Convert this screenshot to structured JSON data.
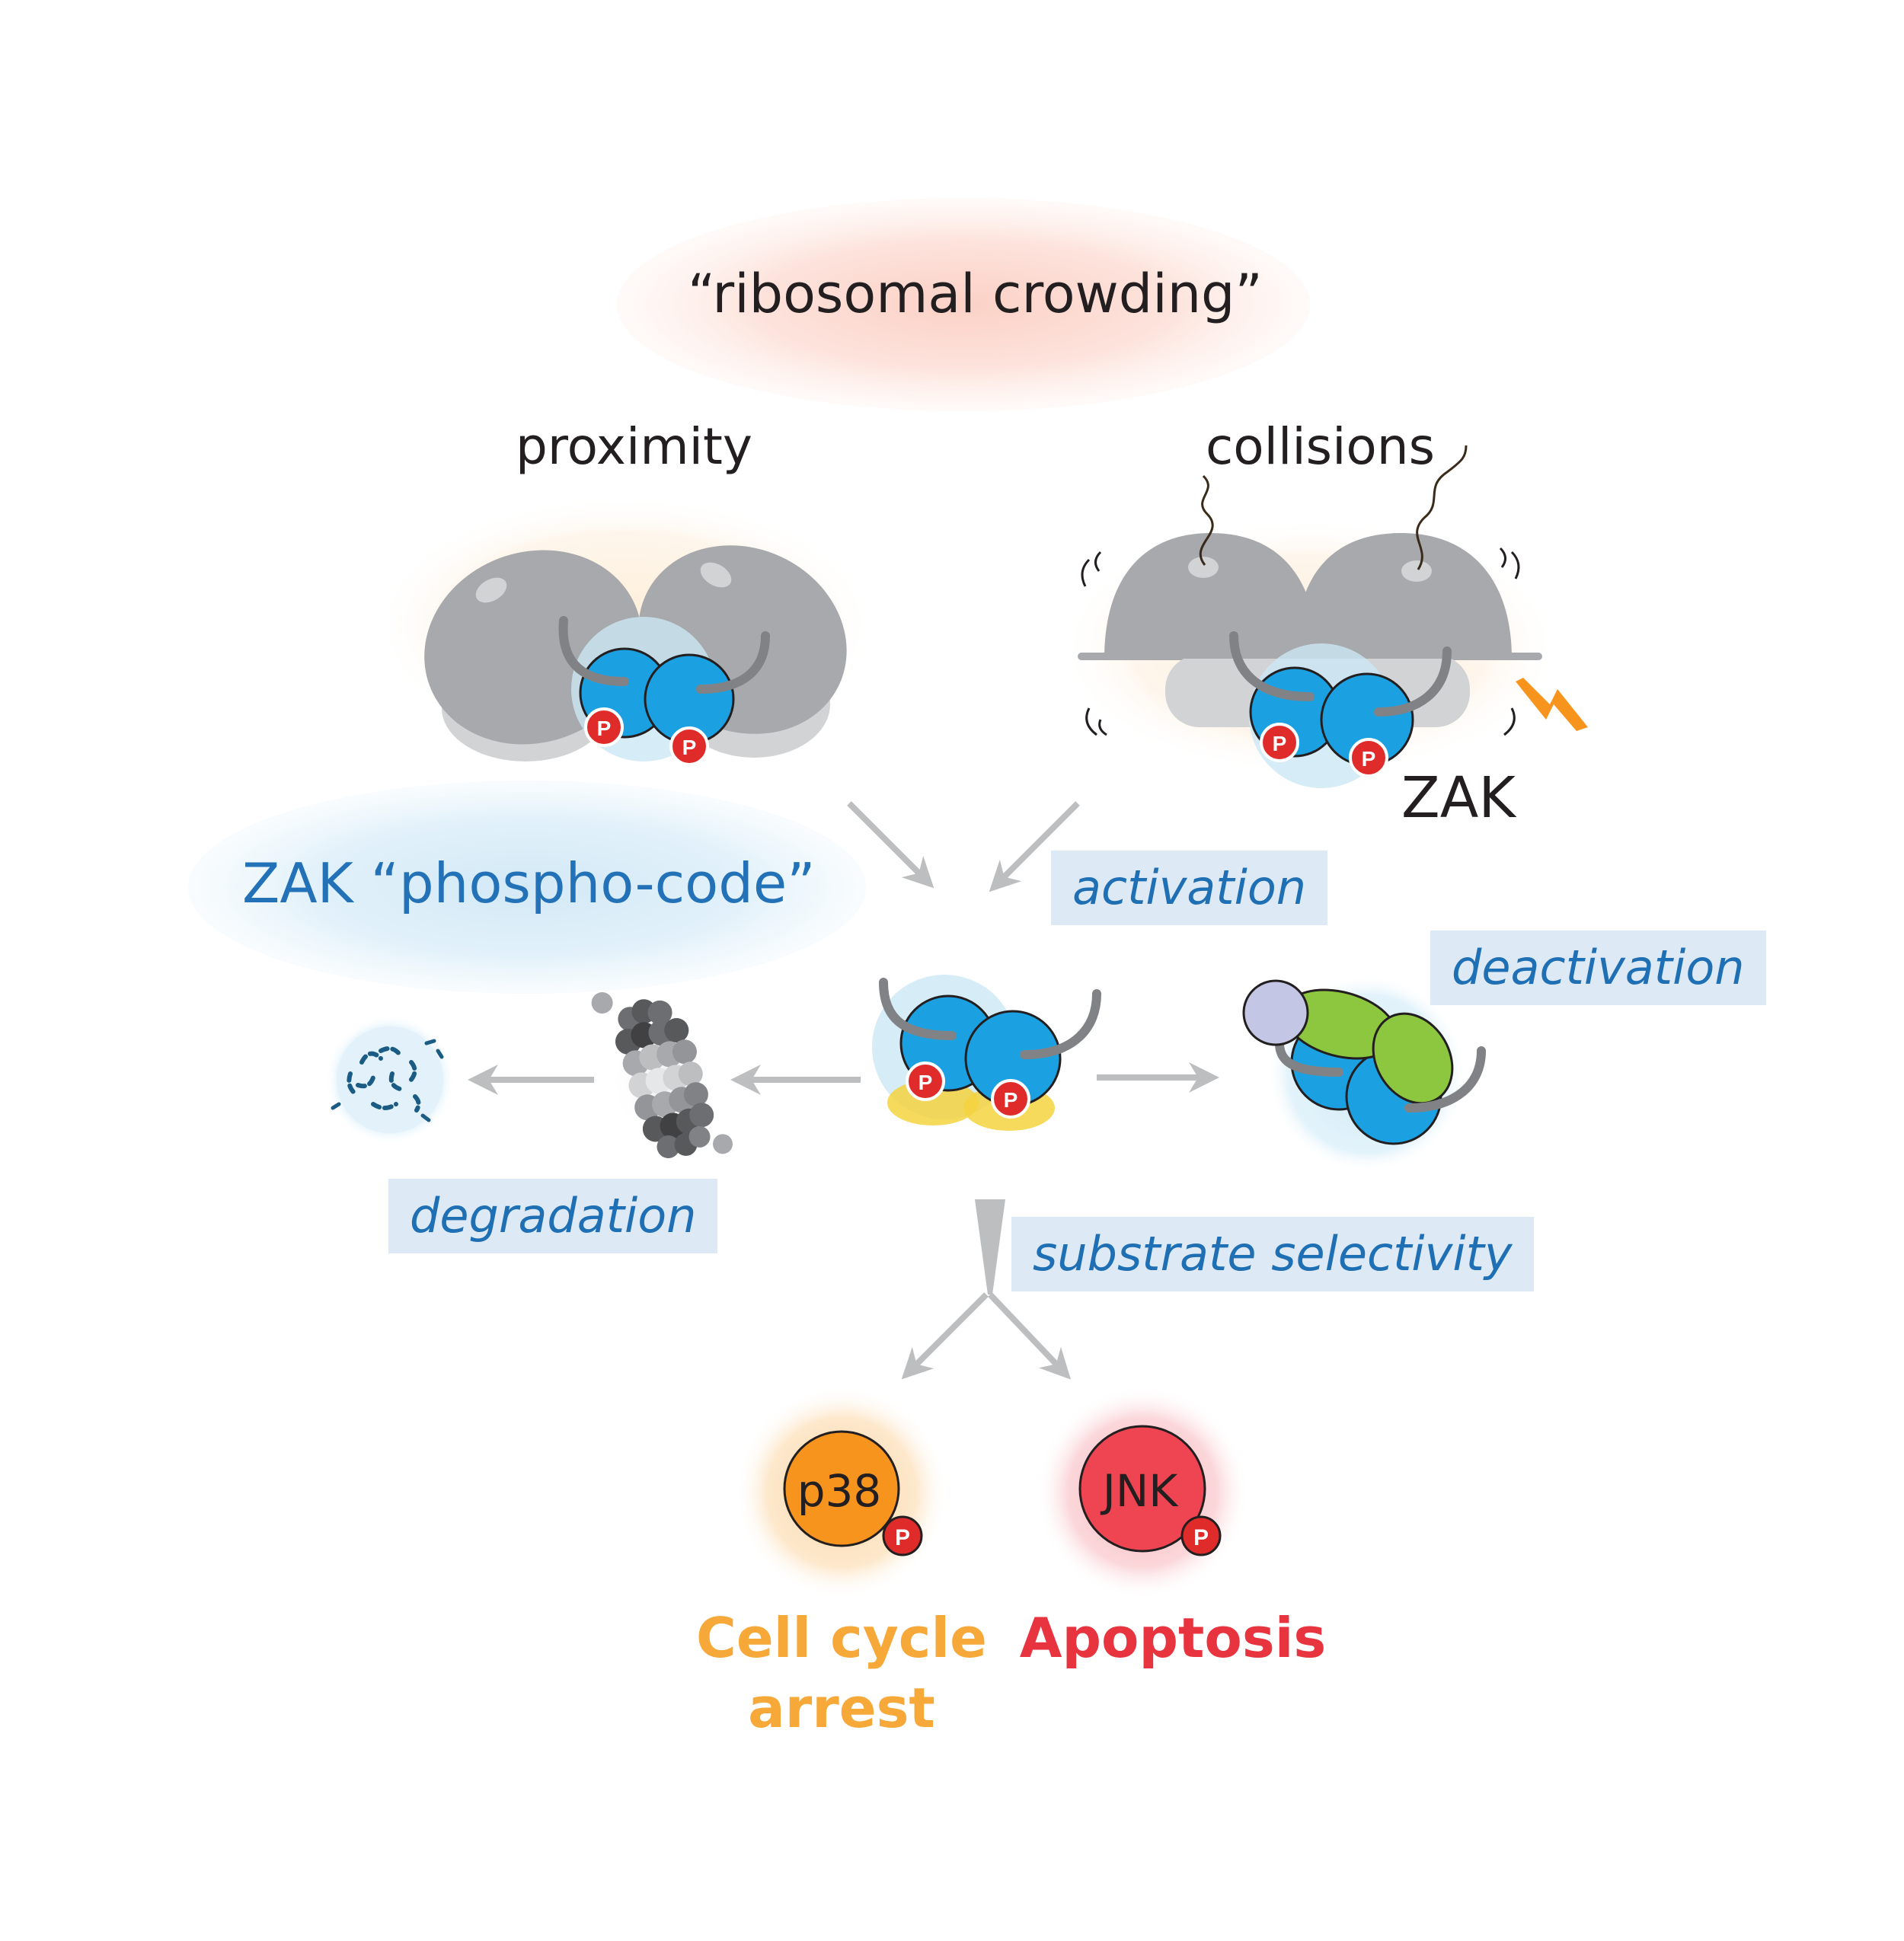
{
  "header": {
    "title": "“ribosomal crowding”"
  },
  "inputs": {
    "proximity": "proximity",
    "collisions": "collisions",
    "zak_label": "ZAK"
  },
  "phospho_code": "ZAK “phospho-code”",
  "phospho_mark": "P",
  "processes": {
    "activation": "activation",
    "deactivation": "deactivation",
    "degradation": "degradation",
    "substrate_selectivity": "substrate selectivity"
  },
  "substrates": {
    "p38": {
      "name": "p38",
      "outcome_line1": "Cell cycle",
      "outcome_line2": "arrest",
      "color": "#f7941d",
      "text_color": "#f6a839"
    },
    "jnk": {
      "name": "JNK",
      "outcome": "Apoptosis",
      "color": "#ef4451",
      "text_color": "#e8343e"
    }
  },
  "colors": {
    "ribosome": "#a7a9ac",
    "ribosome_shade": "#d1d3d4",
    "zak": "#1ba1e2",
    "phospho": "#e02b2b",
    "arrow": "#bcbec0",
    "tag_bg": "#dde9f4",
    "bolt": "#f7941d",
    "green_domain": "#8dc63f",
    "lavender_domain": "#c3c6e4",
    "yellow_base": "#f5d33f"
  }
}
